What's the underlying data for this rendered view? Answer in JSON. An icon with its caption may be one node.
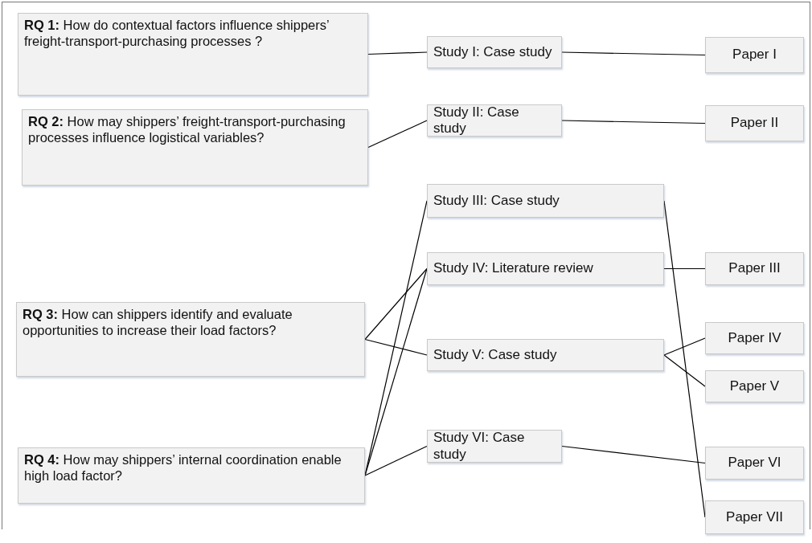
{
  "diagram": {
    "nodes": [
      {
        "text": [
          "**RQ 1:** How do contextual factors influence shippers’ freight-transport-purchasing processes ?"
        ]
      },
      {
        "text": [
          "Study I: Case study"
        ]
      },
      {
        "text": [
          "Paper I"
        ]
      },
      {
        "text": [
          "**RQ 2:** How may shippers’ freight-transport-purchasing processes influence logistical variables?"
        ]
      },
      {
        "text": [
          "Study II: Case study"
        ]
      },
      {
        "text": [
          "Paper II"
        ]
      },
      {
        "text": [
          "Study III: Case study"
        ]
      },
      {
        "text": [
          "Study IV: Literature review"
        ]
      },
      {
        "text": [
          "Paper III"
        ]
      },
      {
        "text": [
          "**RQ 3:** How can shippers identify and evaluate opportunities to increase their load factors?"
        ]
      },
      {
        "text": [
          "Study V: Case study"
        ]
      },
      {
        "text": [
          "Paper IV"
        ]
      },
      {
        "text": [
          "Paper V"
        ]
      },
      {
        "text": [
          "**RQ 4:** How may shippers’ internal coordination enable high load factor?"
        ]
      },
      {
        "text": [
          "Study VI: Case study"
        ]
      },
      {
        "text": [
          "Paper VI"
        ]
      },
      {
        "text": [
          "Paper VII"
        ]
      }
    ],
    "edges": [
      {
        "from": 0,
        "to": 1,
        "arrow": "none"
      },
      {
        "from": 1,
        "to": 2,
        "arrow": "none"
      },
      {
        "from": 3,
        "to": 4,
        "arrow": "none"
      },
      {
        "from": 4,
        "to": 5,
        "arrow": "none"
      },
      {
        "from": 13,
        "to": 6,
        "arrow": "none"
      },
      {
        "from": 13,
        "to": 7,
        "arrow": "none"
      },
      {
        "from": 9,
        "to": 7,
        "arrow": "none"
      },
      {
        "from": 9,
        "to": 10,
        "arrow": "none"
      },
      {
        "from": 7,
        "to": 8,
        "arrow": "none"
      },
      {
        "from": 10,
        "to": 11,
        "arrow": "none"
      },
      {
        "from": 10,
        "to": 12,
        "arrow": "none"
      },
      {
        "from": 13,
        "to": 14,
        "arrow": "none"
      },
      {
        "from": 14,
        "to": 15,
        "arrow": "none"
      },
      {
        "from": 6,
        "to": 16,
        "arrow": "none"
      }
    ]
  }
}
